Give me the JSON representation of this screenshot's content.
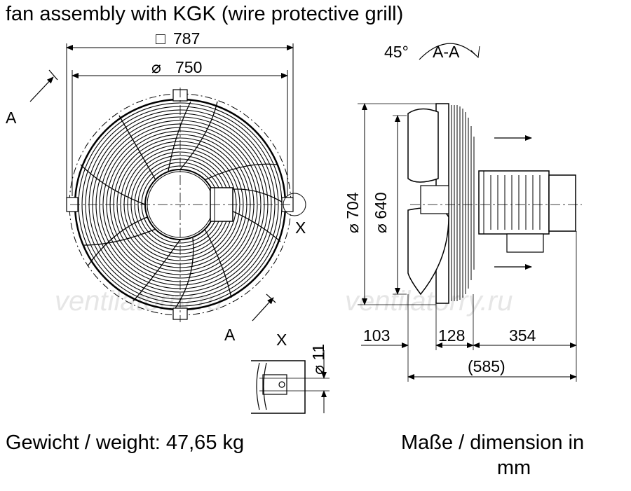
{
  "title": "fan assembly with KGK (wire protective grill)",
  "weight": "Gewicht / weight: 47,65 kg",
  "dimension_note": {
    "line1": "Maße / dimension in",
    "line2": "mm"
  },
  "front_view": {
    "square_dim": "787",
    "diameter_dim": "750",
    "section_label_top": "A",
    "section_label_bottom": "A",
    "detail_marker": "X",
    "square_symbol": "□",
    "diameter_symbol": "⌀"
  },
  "section_view": {
    "section_title": "A-A",
    "rotation": "45°",
    "dia_outer": "704",
    "dia_inner": "640",
    "depth_1": "103",
    "depth_2": "128",
    "depth_3": "354",
    "total_depth": "(585)"
  },
  "detail_view": {
    "label": "X",
    "hole_dia": "11"
  },
  "watermark": "ventilatorry.ru"
}
